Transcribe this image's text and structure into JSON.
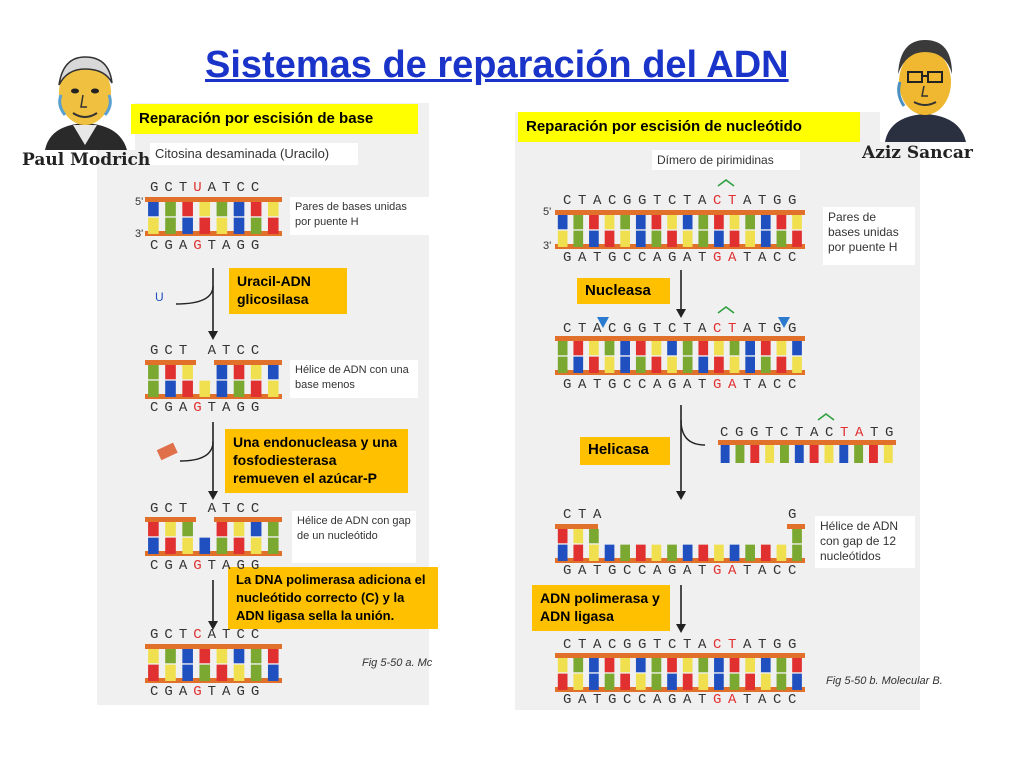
{
  "title": "Sistemas de reparación del ADN",
  "portraits": {
    "left_name": "Paul Modrich",
    "right_name": "Aziz Sancar"
  },
  "left": {
    "heading": "Reparación por escisión de base",
    "note_deaminated": "Citosina desaminada (Uracilo)",
    "note_pairs": "Pares de bases unidas por puente H",
    "step1_enzyme": "Uracil-ADN glicosilasa",
    "released_base": "U",
    "note_helix_one_less": "Hélice de ADN con una base menos",
    "step2_enzyme": "Una endonucleasa y una fosfodiesterasa remueven el azúcar-P",
    "note_gap": "Hélice de ADN con gap de un nucleótido",
    "step3_enzyme": "La DNA polimerasa adiciona el nucleótido correcto (C) y la ADN ligasa sella la unión.",
    "fig_caption": "Fig 5-50 a. Mc",
    "prime5": "5'",
    "prime3": "3'",
    "seq_top_1": [
      "G",
      "C",
      "T",
      "U",
      "A",
      "T",
      "C",
      "C"
    ],
    "seq_bottom": [
      "C",
      "G",
      "A",
      "G",
      "T",
      "A",
      "G",
      "G"
    ],
    "seq_top_2": [
      "G",
      "C",
      "T",
      " ",
      "A",
      "T",
      "C",
      "C"
    ],
    "seq_top_3": [
      "G",
      "C",
      "T",
      " ",
      "A",
      "T",
      "C",
      "C"
    ],
    "seq_top_4": [
      "G",
      "C",
      "T",
      "C",
      "A",
      "T",
      "C",
      "C"
    ]
  },
  "right": {
    "heading": "Reparación por escisión de nucleótido",
    "note_dimer": "Dímero de pirimidinas",
    "note_pairs": "Pares de bases unidas por puente H",
    "step1_enzyme": "Nucleasa",
    "step2_enzyme": "Helicasa",
    "note_gap": "Hélice de ADN con gap de 12 nucleótidos",
    "step3_enzyme": "ADN polimerasa y ADN ligasa",
    "fig_caption": "Fig 5-50 b. Molecular B.",
    "prime5": "5'",
    "prime3": "3'",
    "seq_top": [
      "C",
      "T",
      "A",
      "C",
      "G",
      "G",
      "T",
      "C",
      "T",
      "A",
      "C",
      "T",
      "A",
      "T",
      "G",
      "G"
    ],
    "seq_bottom": [
      "G",
      "A",
      "T",
      "G",
      "C",
      "C",
      "A",
      "G",
      "A",
      "T",
      "G",
      "A",
      "T",
      "A",
      "C",
      "C"
    ],
    "seq_excised": [
      "C",
      "G",
      "G",
      "T",
      "C",
      "T",
      "A",
      "C",
      "T",
      "A",
      "T",
      "G"
    ],
    "seq_gap_left": [
      "C",
      "T",
      "A"
    ],
    "seq_gap_right": [
      "G"
    ]
  },
  "colors": {
    "title": "#1a33c8",
    "heading_bg": "#ffff00",
    "enzyme_bg": "#ffc000",
    "backbone": "#e0702a",
    "base_blue": "#2050c0",
    "base_red": "#e03030",
    "base_green": "#7aa830",
    "base_yellow": "#f0e050"
  }
}
